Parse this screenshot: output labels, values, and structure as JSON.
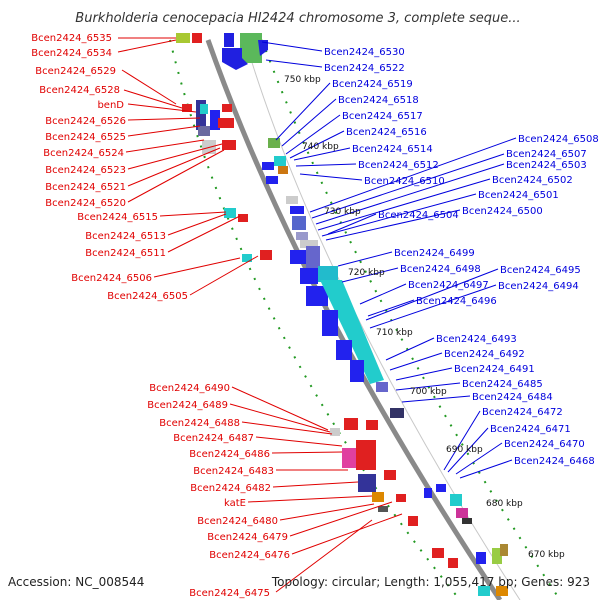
{
  "title": "Burkholderia cenocepacia HI2424 chromosome 3, complete seque...",
  "footer": {
    "accession": "Accession: NC_008544",
    "topology": "Topology: circular; Length: 1,055,417 bp; Genes: 923"
  },
  "colors": {
    "left_label": "#e00000",
    "right_label": "#0000dd",
    "backbone": "#8a8a8a",
    "ticks": "#229922"
  },
  "kbp_ticks": [
    "750 kbp",
    "740 kbp",
    "730 kbp",
    "720 kbp",
    "710 kbp",
    "700 kbp",
    "690 kbp",
    "680 kbp",
    "670 kbp"
  ],
  "left_labels": [
    "Bcen2424_6535",
    "Bcen2424_6534",
    "Bcen2424_6529",
    "Bcen2424_6528",
    "benD",
    "Bcen2424_6526",
    "Bcen2424_6525",
    "Bcen2424_6524",
    "Bcen2424_6523",
    "Bcen2424_6521",
    "Bcen2424_6520",
    "Bcen2424_6515",
    "Bcen2424_6513",
    "Bcen2424_6511",
    "Bcen2424_6506",
    "Bcen2424_6505",
    "Bcen2424_6490",
    "Bcen2424_6489",
    "Bcen2424_6488",
    "Bcen2424_6487",
    "Bcen2424_6486",
    "Bcen2424_6483",
    "Bcen2424_6482",
    "katE",
    "Bcen2424_6480",
    "Bcen2424_6479",
    "Bcen2424_6476",
    "Bcen2424_6475"
  ],
  "right_labels": [
    "Bcen2424_6530",
    "Bcen2424_6522",
    "Bcen2424_6519",
    "Bcen2424_6518",
    "Bcen2424_6517",
    "Bcen2424_6516",
    "Bcen2424_6514",
    "Bcen2424_6512",
    "Bcen2424_6510",
    "Bcen2424_6504",
    "Bcen2424_6508",
    "Bcen2424_6507",
    "Bcen2424_6503",
    "Bcen2424_6502",
    "Bcen2424_6501",
    "Bcen2424_6500",
    "Bcen2424_6499",
    "Bcen2424_6498",
    "Bcen2424_6497",
    "Bcen2424_6496",
    "Bcen2424_6495",
    "Bcen2424_6494",
    "Bcen2424_6493",
    "Bcen2424_6492",
    "Bcen2424_6491",
    "Bcen2424_6485",
    "Bcen2424_6484",
    "Bcen2424_6472",
    "Bcen2424_6471",
    "Bcen2424_6470",
    "Bcen2424_6468"
  ]
}
